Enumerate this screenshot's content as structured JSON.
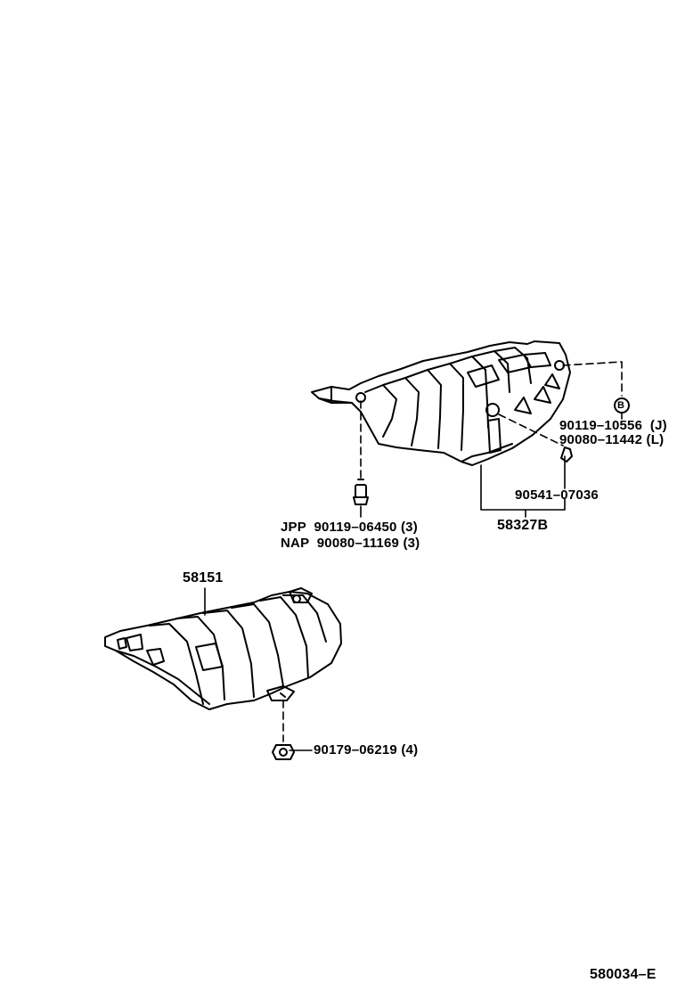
{
  "diagram": {
    "drawing_id": "580034–E",
    "parts": {
      "upper_shield": "58327B",
      "lower_shield": "58151"
    },
    "callouts": {
      "bolt_j": "90119–10556",
      "bolt_j_suffix": "(J)",
      "nut_l": "90080–11442",
      "nut_l_suffix": "(L)",
      "clip": "90541–07036",
      "jpp_prefix": "JPP",
      "jpp_part": "90119–06450",
      "jpp_qty": "(3)",
      "nap_prefix": "NAP",
      "nap_part": "90080–11169",
      "nap_qty": "(3)",
      "lower_fastener": "90179–06219",
      "lower_fastener_qty": "(4)"
    },
    "symbols": {
      "bolt_marker": "B"
    }
  }
}
